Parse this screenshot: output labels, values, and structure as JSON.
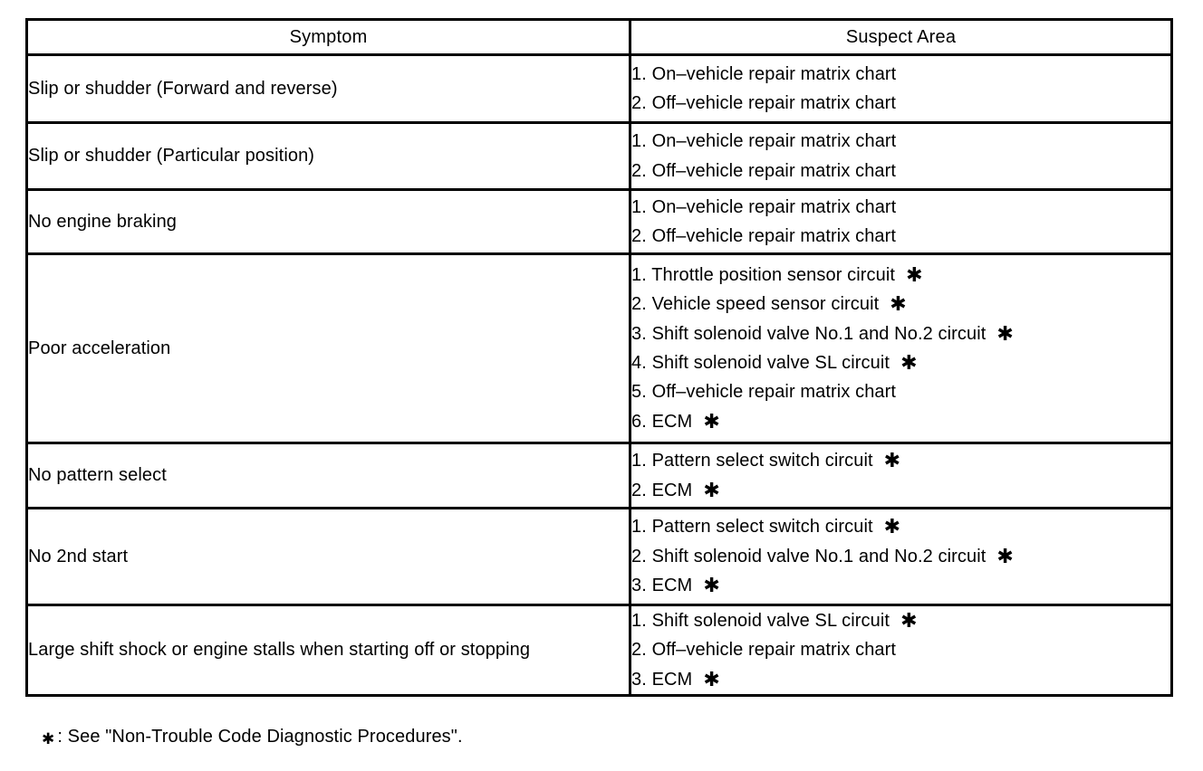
{
  "table": {
    "headers": {
      "symptom": "Symptom",
      "suspect_area": "Suspect Area"
    },
    "rows": [
      {
        "symptom": "Slip or shudder (Forward and reverse)",
        "items": [
          {
            "num": "1.",
            "text": "On–vehicle repair matrix chart",
            "star": ""
          },
          {
            "num": "2.",
            "text": "Off–vehicle repair matrix chart",
            "star": ""
          }
        ]
      },
      {
        "symptom": "Slip or shudder (Particular position)",
        "items": [
          {
            "num": "1.",
            "text": "On–vehicle repair matrix chart",
            "star": ""
          },
          {
            "num": "2.",
            "text": "Off–vehicle repair matrix chart",
            "star": ""
          }
        ]
      },
      {
        "symptom": "No engine braking",
        "items": [
          {
            "num": "1.",
            "text": "On–vehicle repair matrix chart",
            "star": ""
          },
          {
            "num": "2.",
            "text": "Off–vehicle repair matrix chart",
            "star": ""
          }
        ]
      },
      {
        "symptom": "Poor acceleration",
        "items": [
          {
            "num": "1.",
            "text": "Throttle position sensor circuit",
            "star": "✱"
          },
          {
            "num": "2.",
            "text": "Vehicle speed sensor circuit",
            "star": "✱"
          },
          {
            "num": "3.",
            "text": "Shift solenoid valve No.1 and No.2 circuit",
            "star": "✱"
          },
          {
            "num": "4.",
            "text": "Shift solenoid valve SL circuit",
            "star": "✱"
          },
          {
            "num": "5.",
            "text": "Off–vehicle repair matrix chart",
            "star": ""
          },
          {
            "num": "6.",
            "text": "ECM",
            "star": "✱"
          }
        ]
      },
      {
        "symptom": "No pattern select",
        "items": [
          {
            "num": "1.",
            "text": "Pattern select switch circuit",
            "star": "✱"
          },
          {
            "num": "2.",
            "text": "ECM",
            "star": "✱"
          }
        ]
      },
      {
        "symptom": "No 2nd start",
        "items": [
          {
            "num": "1.",
            "text": "Pattern select switch circuit",
            "star": "✱"
          },
          {
            "num": "2.",
            "text": "Shift solenoid valve No.1 and No.2 circuit",
            "star": "✱"
          },
          {
            "num": "3.",
            "text": "ECM",
            "star": "✱"
          }
        ]
      },
      {
        "symptom": "Large shift shock or engine stalls when starting off or stopping",
        "items": [
          {
            "num": "1.",
            "text": "Shift solenoid valve SL circuit",
            "star": "✱"
          },
          {
            "num": "2.",
            "text": "Off–vehicle repair matrix chart",
            "star": ""
          },
          {
            "num": "3.",
            "text": "ECM",
            "star": "✱"
          }
        ]
      }
    ]
  },
  "footnote": {
    "star_glyph": "✱",
    "text": ": See \"Non-Trouble Code Diagnostic Procedures\"."
  },
  "colors": {
    "background": "#ffffff",
    "border": "#000000",
    "text": "#000000"
  }
}
